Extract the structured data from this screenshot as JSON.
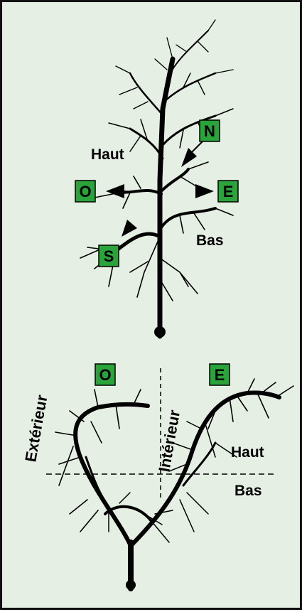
{
  "compass": {
    "north": "N",
    "east": "E",
    "south": "S",
    "west": "O"
  },
  "upper_tree": {
    "top_label": "Haut",
    "bottom_label": "Bas"
  },
  "lower_tree": {
    "west": "O",
    "east": "E",
    "exterior_label": "Extérieur",
    "interior_label": "Intérieur",
    "top_label": "Haut",
    "bottom_label": "Bas"
  },
  "colors": {
    "background": "#e6efe3",
    "marker_fill": "#2aa33a",
    "ink": "#000000"
  }
}
